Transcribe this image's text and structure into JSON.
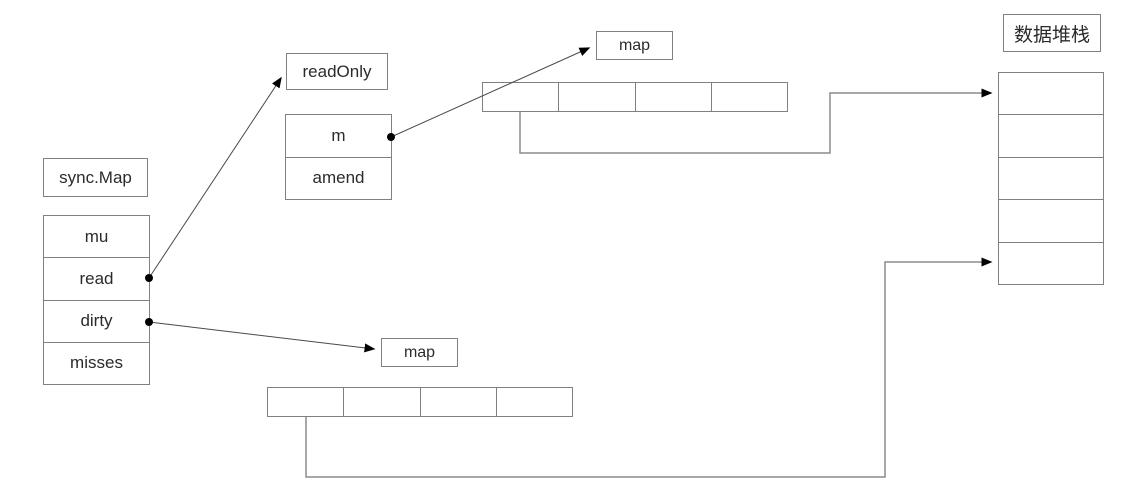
{
  "diagram": {
    "sync_map": {
      "title": "sync.Map",
      "fields": [
        "mu",
        "read",
        "dirty",
        "misses"
      ]
    },
    "read_only_label": "readOnly",
    "read_only_struct": {
      "fields": [
        "m",
        "amend"
      ]
    },
    "map_top_label": "map",
    "map_bottom_label": "map",
    "data_stack": {
      "title": "数据堆栈",
      "cell_count": 5
    },
    "read_array_cell_count": 4,
    "dirty_array_cell_count": 4,
    "colors": {
      "box_border": "#808080",
      "connector_line": "#8c8c8c",
      "arrow_line": "#4a4a4a",
      "marker_fill": "#000000",
      "text": "#2b2b2b",
      "background": "#ffffff"
    }
  }
}
